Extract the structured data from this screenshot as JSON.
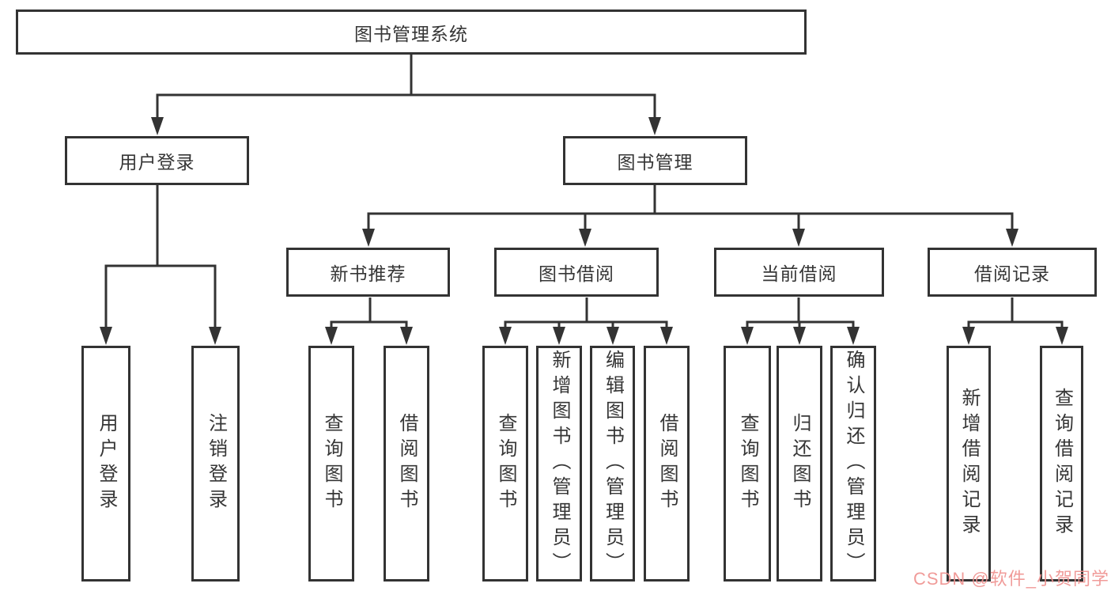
{
  "diagram": {
    "root": {
      "label": "图书管理系统"
    },
    "level2": [
      {
        "label": "用户登录"
      },
      {
        "label": "图书管理"
      }
    ],
    "level3": [
      {
        "label": "新书推荐"
      },
      {
        "label": "图书借阅"
      },
      {
        "label": "当前借阅"
      },
      {
        "label": "借阅记录"
      }
    ],
    "leaves": {
      "user_login": [
        {
          "label": "用户登录"
        },
        {
          "label": "注销登录"
        }
      ],
      "new_book_recommend": [
        {
          "label": "查询图书"
        },
        {
          "label": "借阅图书"
        }
      ],
      "book_borrow": [
        {
          "label": "查询图书"
        },
        {
          "label": "新增图书（管理员）"
        },
        {
          "label": "编辑图书（管理员）"
        },
        {
          "label": "借阅图书"
        }
      ],
      "current_borrow": [
        {
          "label": "查询图书"
        },
        {
          "label": "归还图书"
        },
        {
          "label": "确认归还（管理员）"
        }
      ],
      "borrow_records": [
        {
          "label": "新增借阅记录"
        },
        {
          "label": "查询借阅记录"
        }
      ]
    },
    "colors": {
      "line": "#333333",
      "box_fill": "#ffffff",
      "text": "#363636",
      "watermark": "#ef918e"
    },
    "watermark": "CSDN @软件_小贺同学"
  }
}
